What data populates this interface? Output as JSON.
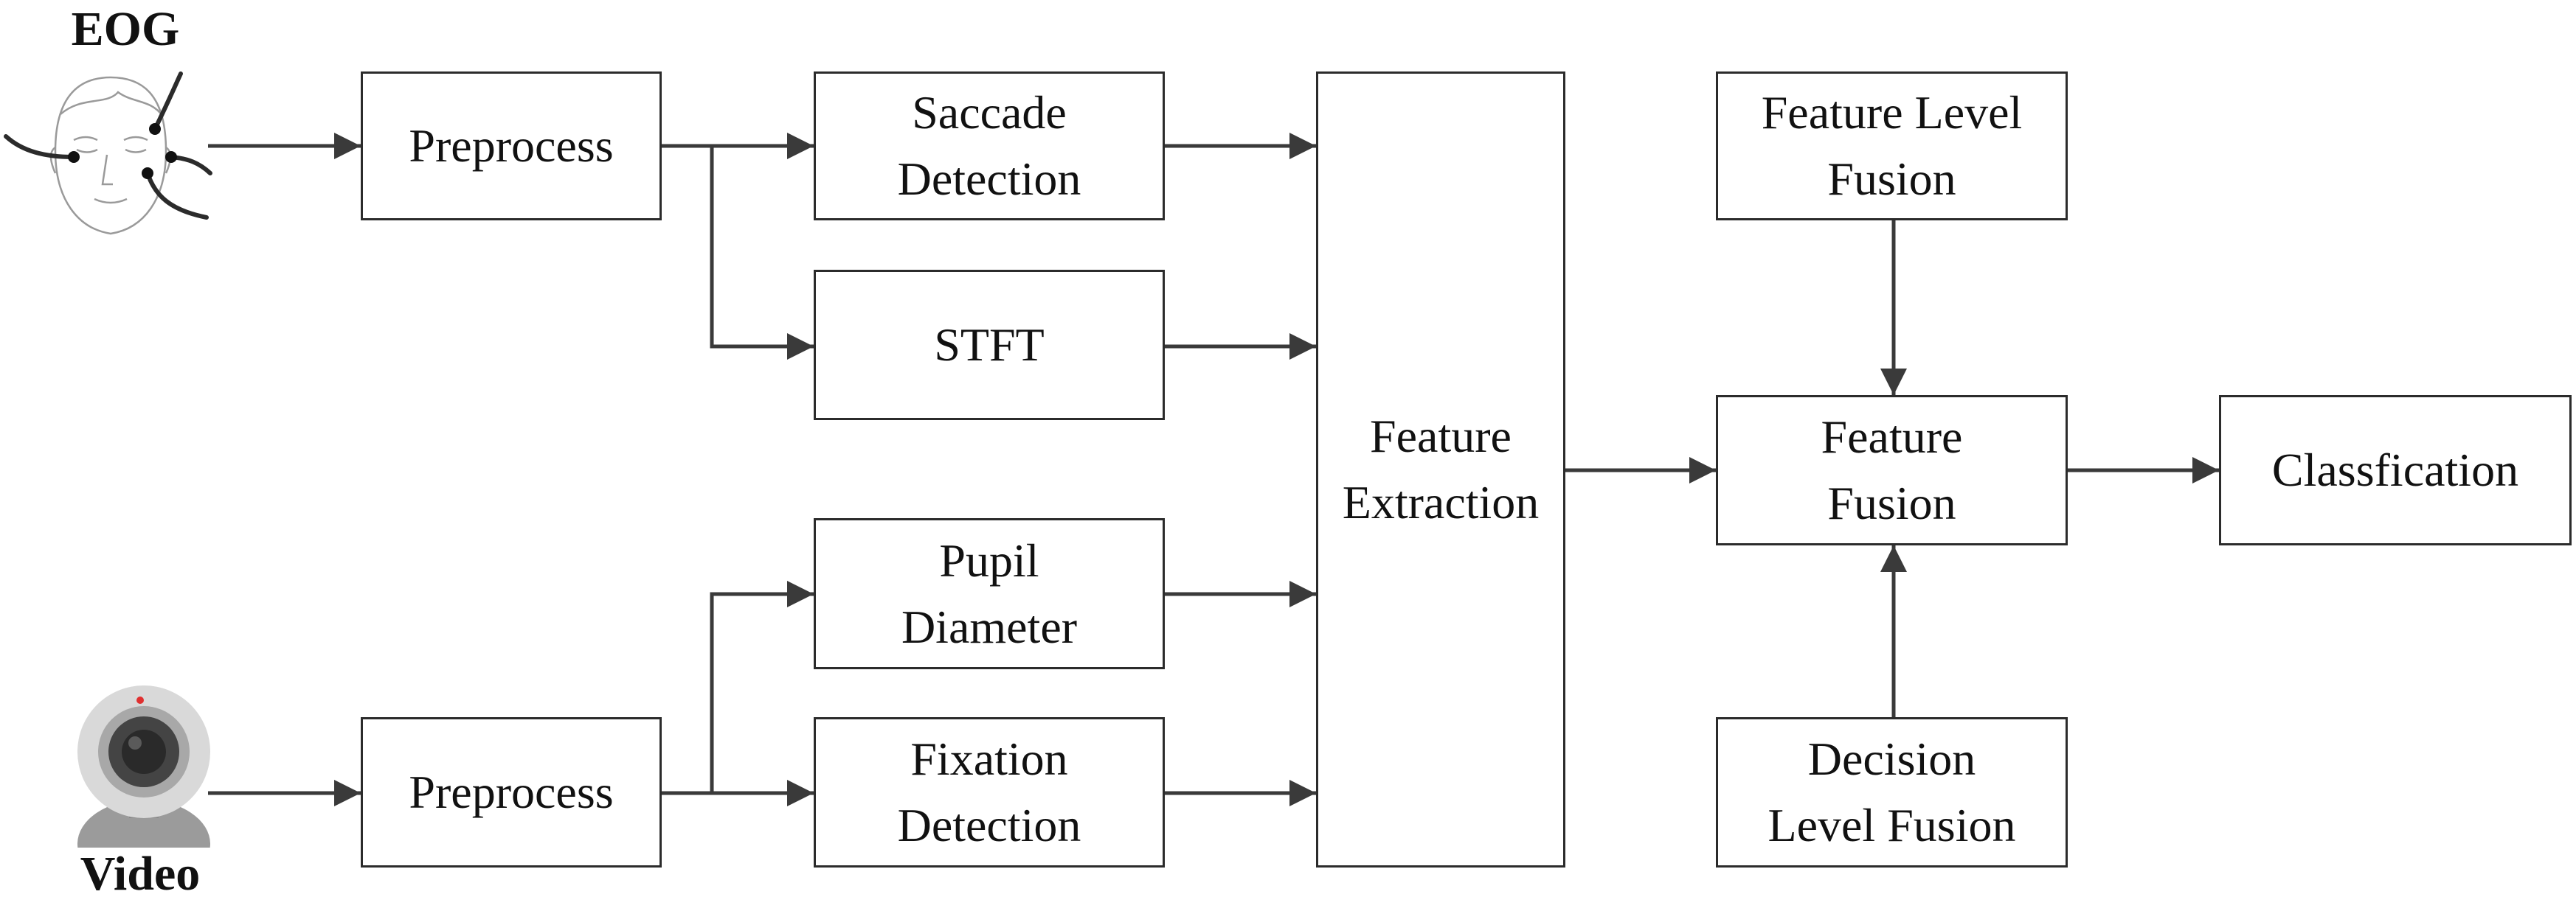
{
  "inputs": {
    "eog": "EOG",
    "video": "Video"
  },
  "boxes": {
    "preprocess_eog": [
      "Preprocess"
    ],
    "saccade_detection": [
      "Saccade",
      "Detection"
    ],
    "stft": [
      "STFT"
    ],
    "pupil_diameter": [
      "Pupil",
      "Diameter"
    ],
    "fixation_detection": [
      "Fixation",
      "Detection"
    ],
    "preprocess_video": [
      "Preprocess"
    ],
    "feature_extraction": [
      "Feature",
      "Extraction"
    ],
    "feature_level_fusion": [
      "Feature Level",
      "Fusion"
    ],
    "feature_fusion": [
      "Feature",
      "Fusion"
    ],
    "decision_level_fusion": [
      "Decision",
      "Level Fusion"
    ],
    "classification": [
      "Classfication"
    ]
  },
  "icons": {
    "eog": "head-with-electrodes-icon",
    "video": "webcam-icon"
  },
  "colors": {
    "line": "#3a3a3a",
    "border": "#2b2b2b",
    "webcam_dot": "#e03030"
  }
}
